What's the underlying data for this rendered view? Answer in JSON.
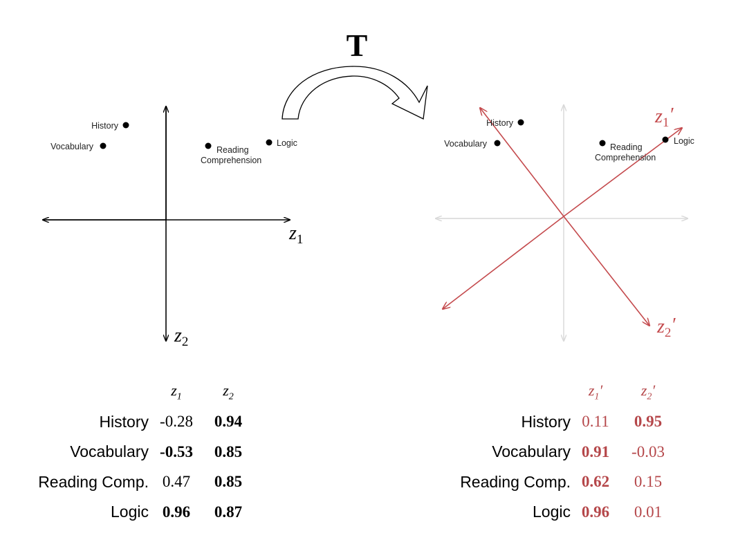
{
  "transform_label": "T",
  "left_plot": {
    "x_axis_label": "z",
    "x_axis_sub": "1",
    "y_axis_label": "z",
    "y_axis_sub": "2",
    "points": [
      {
        "label": "History"
      },
      {
        "label": "Vocabulary"
      },
      {
        "label": "Reading",
        "label2": "Comprehension"
      },
      {
        "label": "Logic"
      }
    ]
  },
  "right_plot": {
    "axis1_label": "z",
    "axis1_sub": "1",
    "axis1_prime": "′",
    "axis2_label": "z",
    "axis2_sub": "2",
    "axis2_prime": "′",
    "points": [
      {
        "label": "History"
      },
      {
        "label": "Vocabulary"
      },
      {
        "label": "Reading",
        "label2": "Comprehension"
      },
      {
        "label": "Logic"
      }
    ]
  },
  "left_table": {
    "col1_label": "z",
    "col1_sub": "1",
    "col2_label": "z",
    "col2_sub": "2",
    "rows": [
      {
        "name": "History",
        "v1": "-0.28",
        "v2": "0.94"
      },
      {
        "name": "Vocabulary",
        "v1": "-0.53",
        "v2": "0.85"
      },
      {
        "name": "Reading Comp.",
        "v1": "0.47",
        "v2": "0.85"
      },
      {
        "name": "Logic",
        "v1": "0.96",
        "v2": "0.87"
      }
    ]
  },
  "right_table": {
    "col1_label": "z",
    "col1_sub": "1",
    "col1_prime": "′",
    "col2_label": "z",
    "col2_sub": "2",
    "col2_prime": "′",
    "rows": [
      {
        "name": "History",
        "v1": "0.11",
        "v2": "0.95"
      },
      {
        "name": "Vocabulary",
        "v1": "0.91",
        "v2": "-0.03"
      },
      {
        "name": "Reading Comp.",
        "v1": "0.62",
        "v2": "0.15"
      },
      {
        "name": "Logic",
        "v1": "0.96",
        "v2": "0.01"
      }
    ]
  },
  "colors": {
    "rotated_axes": "#c44a4d",
    "original_axes": "#000000",
    "faded_axes": "#dcdcdc",
    "table_red": "#b5474a"
  }
}
